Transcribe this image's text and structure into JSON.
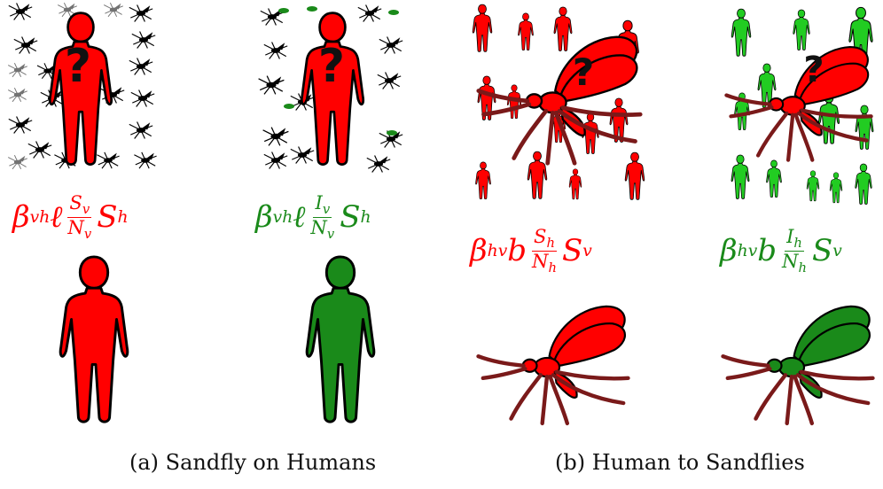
{
  "colors": {
    "red": "#ff0000",
    "green": "#1a8a1a",
    "dark_red": "#8b1010",
    "dark_green": "#0d4d0d",
    "light_green": "#22cc22",
    "black": "#000000"
  },
  "formulas": {
    "a_left": {
      "beta": "β",
      "beta_sub": "vh",
      "factor": "ℓ",
      "num": "S",
      "num_sub": "v",
      "den": "N",
      "den_sub": "v",
      "tail": "S",
      "tail_sub": "h"
    },
    "a_right": {
      "beta": "β",
      "beta_sub": "vh",
      "factor": "ℓ",
      "num": "I",
      "num_sub": "v",
      "den": "N",
      "den_sub": "v",
      "tail": "S",
      "tail_sub": "h"
    },
    "b_left": {
      "beta": "β",
      "beta_sub": "hv",
      "factor": "b",
      "num": "S",
      "num_sub": "h",
      "den": "N",
      "den_sub": "h",
      "tail": "S",
      "tail_sub": "v"
    },
    "b_right": {
      "beta": "β",
      "beta_sub": "hv",
      "factor": "b",
      "num": "I",
      "num_sub": "h",
      "den": "N",
      "den_sub": "h",
      "tail": "S",
      "tail_sub": "v"
    }
  },
  "question_mark": "?",
  "captions": {
    "a": "(a) Sandfly on Humans",
    "b": "(b) Human to Sandflies"
  }
}
